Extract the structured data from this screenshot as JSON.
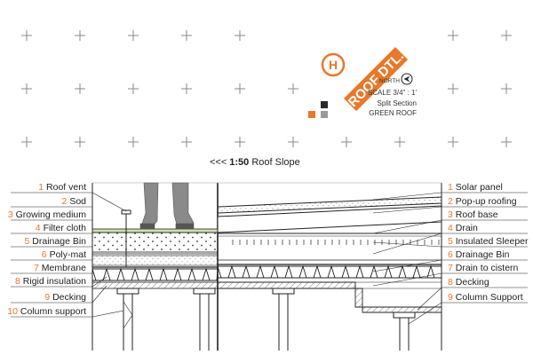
{
  "title_block": {
    "badge_letter": "H",
    "title": "ROOF DTL.",
    "north_label": "NORTH",
    "scale": "SCALE 3/4\" : 1'",
    "subtitle1": "Split Section",
    "subtitle2": "GREEN ROOF"
  },
  "slope_note": {
    "arrows": "<<<",
    "scale": "1:50",
    "text": "Roof Slope"
  },
  "left_labels": [
    {
      "num": "1",
      "text": "Roof vent"
    },
    {
      "num": "2",
      "text": "Sod"
    },
    {
      "num": "3",
      "text": "Growing medium"
    },
    {
      "num": "4",
      "text": "Filter cloth"
    },
    {
      "num": "5",
      "text": "Drainage Bin"
    },
    {
      "num": "6",
      "text": "Poly-mat"
    },
    {
      "num": "7",
      "text": "Membrane"
    },
    {
      "num": "8",
      "text": "Rigid insulation"
    },
    {
      "num": "9",
      "text": "Decking"
    },
    {
      "num": "10",
      "text": "Column support"
    }
  ],
  "right_labels": [
    {
      "num": "1",
      "text": "Solar panel"
    },
    {
      "num": "2",
      "text": "Pop-up roofing"
    },
    {
      "num": "3",
      "text": "Roof base"
    },
    {
      "num": "4",
      "text": "Drain"
    },
    {
      "num": "5",
      "text": "Insulated Sleeper"
    },
    {
      "num": "6",
      "text": "Drainage Bin"
    },
    {
      "num": "7",
      "text": "Drain to cistern"
    },
    {
      "num": "8",
      "text": "Decking"
    },
    {
      "num": "9",
      "text": "Column Support"
    }
  ],
  "colors": {
    "accent": "#e8782a",
    "line": "#222222",
    "swatch_dark": "#2a2a2a",
    "swatch_grey": "#9a9a9a"
  }
}
